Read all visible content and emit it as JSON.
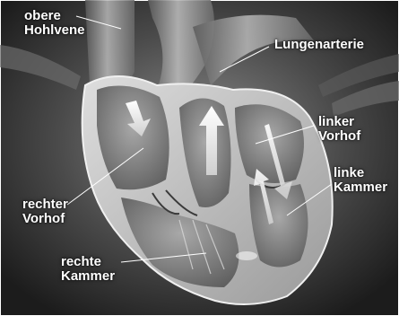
{
  "labels": {
    "superior_vena_cava": {
      "line1": "obere",
      "line2": "Hohlvene"
    },
    "pulmonary_artery": {
      "line1": "Lungenarterie"
    },
    "left_atrium": {
      "line1": "linker",
      "line2": "Vorhof"
    },
    "left_ventricle": {
      "line1": "linke",
      "line2": "Kammer"
    },
    "right_atrium": {
      "line1": "rechter",
      "line2": "Vorhof"
    },
    "right_ventricle": {
      "line1": "rechte",
      "line2": "Kammer"
    }
  },
  "colors": {
    "background_dark": "#262626",
    "tissue_light": "#d9d9d9",
    "chamber_mid": "#8a8a8a",
    "label_text": "#ffffff"
  }
}
